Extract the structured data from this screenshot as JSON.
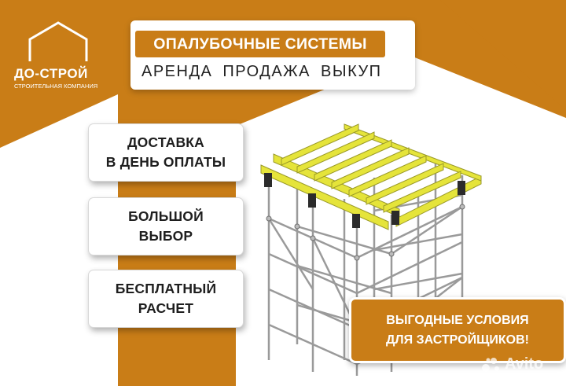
{
  "logo": {
    "name": "ДО-СТРОЙ",
    "subtitle": "СТРОИТЕЛЬНАЯ КОМПАНИЯ",
    "icon": "house-outline-icon"
  },
  "header": {
    "line1": "ОПАЛУБОЧНЫЕ СИСТЕМЫ",
    "line2": "АРЕНДА  ПРОДАЖА  ВЫКУП"
  },
  "features": [
    {
      "text": "ДОСТАВКА\nВ ДЕНЬ ОПЛАТЫ"
    },
    {
      "text": "БОЛЬШОЙ\nВЫБОР"
    },
    {
      "text": "БЕСПЛАТНЫЙ\nРАСЧЕТ"
    }
  ],
  "promo": {
    "text": "ВЫГОДНЫЕ УСЛОВИЯ\nДЛЯ ЗАСТРОЙЩИКОВ!"
  },
  "watermark": {
    "text": "Avito",
    "icon": "avito-dots-icon"
  },
  "colors": {
    "brand": "#c97d17",
    "white": "#ffffff",
    "beam_yellow": "#e5e43a",
    "scaffold_gray": "#9a9a9a"
  }
}
